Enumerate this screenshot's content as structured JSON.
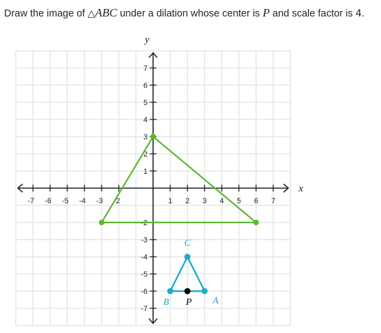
{
  "prompt": {
    "prefix": "Draw the image of ",
    "triangle_symbol": "△",
    "triangle_name": "ABC",
    "middle": " under a dilation whose center is ",
    "center_name": "P",
    "suffix": " and scale factor is ",
    "scale_factor": "4",
    "end": "."
  },
  "axes": {
    "x_label": "x",
    "y_label": "y",
    "x_ticks": [
      -7,
      -6,
      -5,
      -4,
      -3,
      -2,
      1,
      2,
      3,
      4,
      5,
      6,
      7
    ],
    "y_ticks": [
      -7,
      -6,
      -5,
      -4,
      -3,
      -2,
      1,
      2,
      3,
      4,
      5,
      6,
      7
    ],
    "x_range": [
      -8,
      8
    ],
    "y_range": [
      -8,
      8
    ]
  },
  "original_triangle": {
    "color": "#1fabcd",
    "vertices": [
      {
        "name": "A",
        "x": 3,
        "y": -6
      },
      {
        "name": "B",
        "x": 1,
        "y": -6
      },
      {
        "name": "C",
        "x": 2,
        "y": -4
      }
    ]
  },
  "center_point": {
    "name": "P",
    "x": 2,
    "y": -6,
    "color": "#000000"
  },
  "image_triangle": {
    "color": "#5cb82d",
    "vertices": [
      {
        "x": 6,
        "y": -2
      },
      {
        "x": -3,
        "y": -2
      },
      {
        "x": 0,
        "y": 3
      }
    ]
  },
  "colors": {
    "grid": "#e6e6e6",
    "axis": "#21242c",
    "text": "#21242c"
  }
}
